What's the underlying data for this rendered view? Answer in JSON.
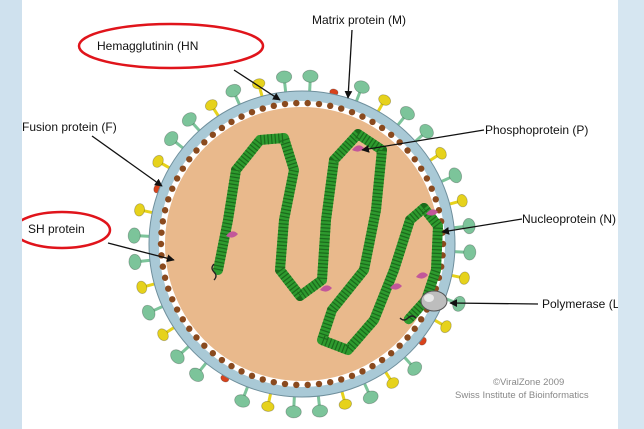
{
  "diagram": {
    "labels": {
      "matrix": "Matrix protein (M)",
      "hemagglutinin": "Hemagglutinin (HN",
      "fusion": "Fusion protein (F)",
      "sh": "SH protein",
      "phospho": "Phosphoprotein  (P)",
      "nucleo": "Nucleoprotein  (N)",
      "polymerase": "Polymerase  (L)"
    },
    "credit": {
      "line1": "©ViralZone 2009",
      "line2": "Swiss Institute of Bioinformatics"
    },
    "colors": {
      "capsid_fill": "#e9b98c",
      "matrix_beads": "#8a4a1e",
      "envelope": "#a9c9d6",
      "nucleocapsid": "#2e9a2e",
      "hemagglutinin_spike": "#7cc49a",
      "fusion_spike": "#e6d21c",
      "sh_protein": "#d8431c",
      "phosphoprotein": "#c2579a",
      "polymerase": "#9e9e9e",
      "highlight_ellipse": "#e0141b"
    }
  }
}
